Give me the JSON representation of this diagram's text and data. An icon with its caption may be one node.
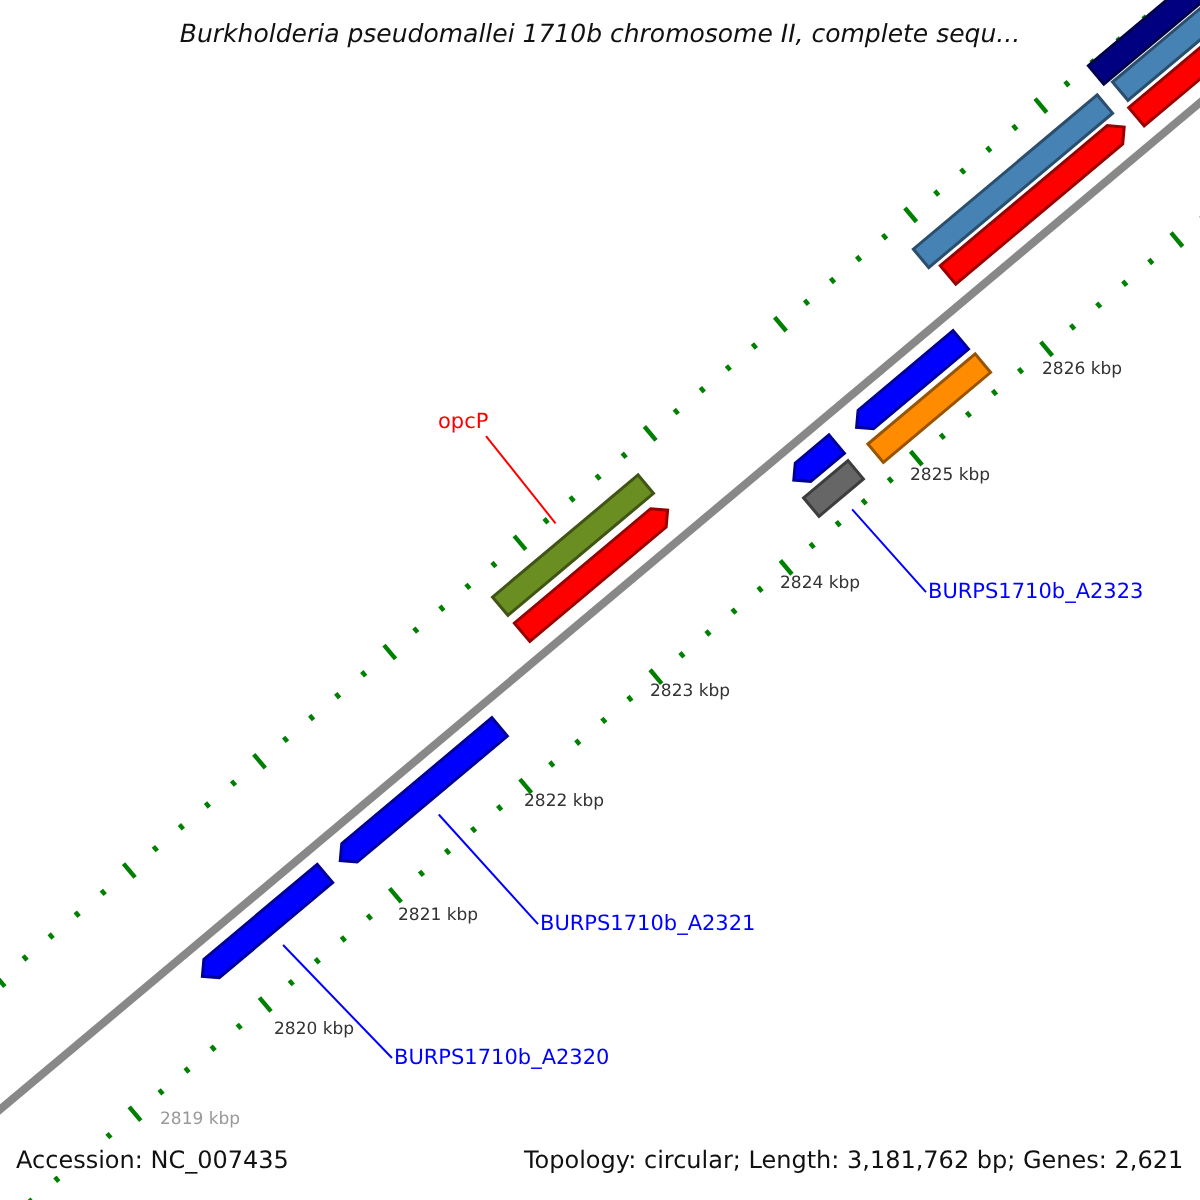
{
  "diagram": {
    "title": "Burkholderia pseudomallei 1710b chromosome II, complete sequ...",
    "nodes": [
      {
        "text": [
          "opcP"
        ]
      },
      {
        "text": [],
        "shape": "bar"
      },
      {
        "text": [
          "BURPS1710b_A2323"
        ]
      },
      {
        "text": [],
        "shape": "bar"
      },
      {
        "text": [
          "BURPS1710b_A2321"
        ]
      },
      {
        "text": [],
        "shape": "bar"
      },
      {
        "text": [
          "BURPS1710b_A2320"
        ]
      },
      {
        "text": [],
        "shape": "bar"
      }
    ],
    "edges": [
      {
        "from": 0,
        "to": 1,
        "arrow": "none",
        "color": "#ff0000"
      },
      {
        "from": 2,
        "to": 3,
        "arrow": "none"
      },
      {
        "from": 4,
        "to": 5,
        "arrow": "none"
      },
      {
        "from": 6,
        "to": 7,
        "arrow": "none"
      }
    ],
    "labels": [
      "2826 kbp",
      "2825 kbp",
      "2824 kbp",
      "2823 kbp",
      "2822 kbp",
      "2821 kbp",
      "2820 kbp",
      "2819 kbp",
      "Accession: NC_007435",
      "Topology: circular; Length: 3,181,762 bp; Genes: 2,621"
    ]
  }
}
